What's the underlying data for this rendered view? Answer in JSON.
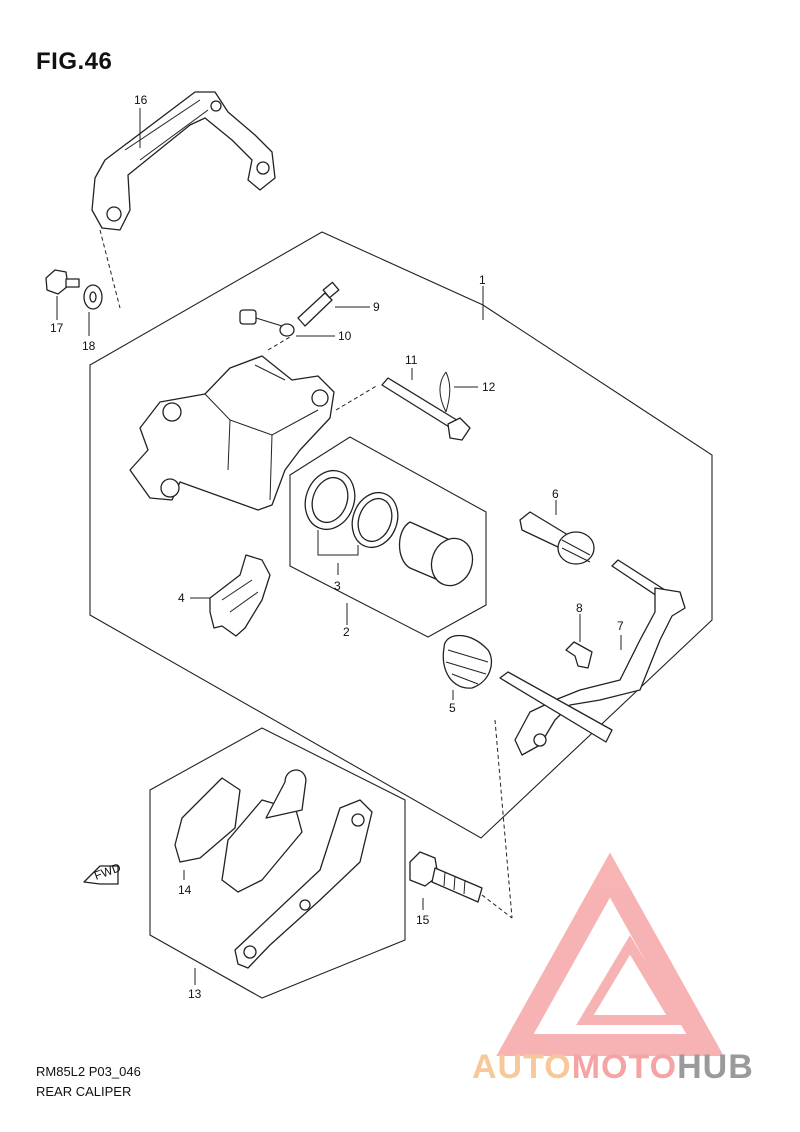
{
  "figure": {
    "title": "FIG.46"
  },
  "footer": {
    "model_code": "RM85L2 P03_046",
    "section_name": "REAR CALIPER"
  },
  "labels": [
    "1",
    "2",
    "3",
    "4",
    "5",
    "6",
    "7",
    "8",
    "9",
    "10",
    "11",
    "12",
    "13",
    "14",
    "15",
    "16",
    "17",
    "18"
  ],
  "fwd_label": "FWD",
  "watermark": {
    "part_a": "AUTO",
    "part_b": "MOTO",
    "part_c": "HUB",
    "colors": {
      "orange": "#f7c89a",
      "red": "#f5a3a3",
      "gray": "#9a9a9a"
    }
  }
}
